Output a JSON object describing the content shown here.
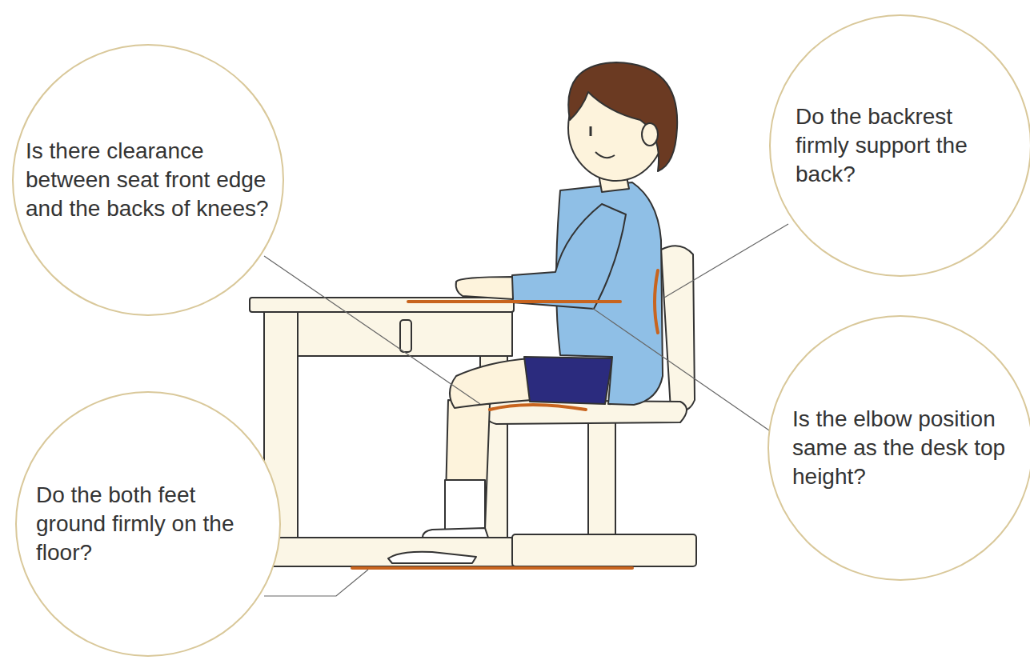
{
  "diagram": {
    "nodes": [
      {
        "text": [
          "Is there clearance between seat front edge and the backs of knees?"
        ]
      },
      {
        "text": [
          "Do the backrest firmly support the back?"
        ]
      },
      {
        "text": [
          "Is the elbow position same as the desk top height?"
        ]
      },
      {
        "text": [
          "Do the both feet ground firmly on the floor?"
        ]
      }
    ]
  }
}
